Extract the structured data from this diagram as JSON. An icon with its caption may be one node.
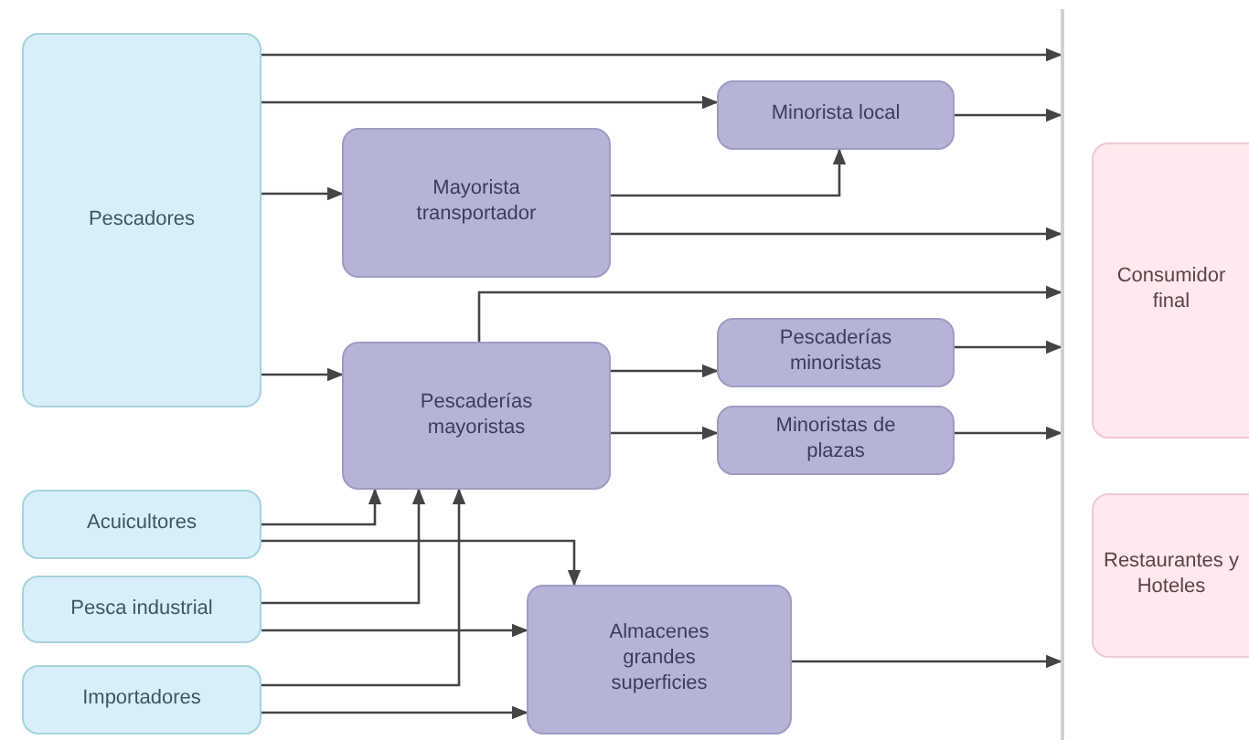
{
  "diagram": {
    "nodes": [
      {
        "text": [
          "Pescadores"
        ]
      },
      {
        "text": [
          "Minorista local"
        ]
      },
      {
        "text": [
          "Mayorista transportador"
        ]
      },
      {
        "text": [
          "Consumidor final"
        ]
      },
      {
        "text": [
          "Pescaderías mayoristas"
        ]
      },
      {
        "text": [
          "Pescaderías minoristas"
        ]
      },
      {
        "text": [
          "Minoristas de plazas"
        ]
      },
      {
        "text": [
          "Restaurantes y Hoteles"
        ]
      },
      {
        "text": [
          "Acuicultores"
        ]
      },
      {
        "text": [
          "Pesca industrial"
        ]
      },
      {
        "text": [
          "Importadores"
        ]
      },
      {
        "text": [
          "Almacenes grandes superficies"
        ]
      },
      {
        "text": [],
        "shape": "bar"
      }
    ],
    "edges": [
      {
        "from": 0,
        "to": 12,
        "arrow": "to"
      },
      {
        "from": 0,
        "to": 1,
        "arrow": "to"
      },
      {
        "from": 0,
        "to": 2,
        "arrow": "to"
      },
      {
        "from": 2,
        "to": 1,
        "arrow": "to"
      },
      {
        "from": 2,
        "to": 12,
        "arrow": "to"
      },
      {
        "from": 1,
        "to": 12,
        "arrow": "to"
      },
      {
        "from": 4,
        "to": 12,
        "arrow": "to"
      },
      {
        "from": 0,
        "to": 4,
        "arrow": "to"
      },
      {
        "from": 4,
        "to": 5,
        "arrow": "to"
      },
      {
        "from": 4,
        "to": 6,
        "arrow": "to"
      },
      {
        "from": 5,
        "to": 12,
        "arrow": "to"
      },
      {
        "from": 6,
        "to": 12,
        "arrow": "to"
      },
      {
        "from": 8,
        "to": 4,
        "arrow": "to"
      },
      {
        "from": 8,
        "to": 11,
        "arrow": "to"
      },
      {
        "from": 9,
        "to": 4,
        "arrow": "to"
      },
      {
        "from": 9,
        "to": 11,
        "arrow": "to"
      },
      {
        "from": 10,
        "to": 4,
        "arrow": "to"
      },
      {
        "from": 10,
        "to": 11,
        "arrow": "to"
      },
      {
        "from": 11,
        "to": 12,
        "arrow": "to"
      }
    ]
  }
}
